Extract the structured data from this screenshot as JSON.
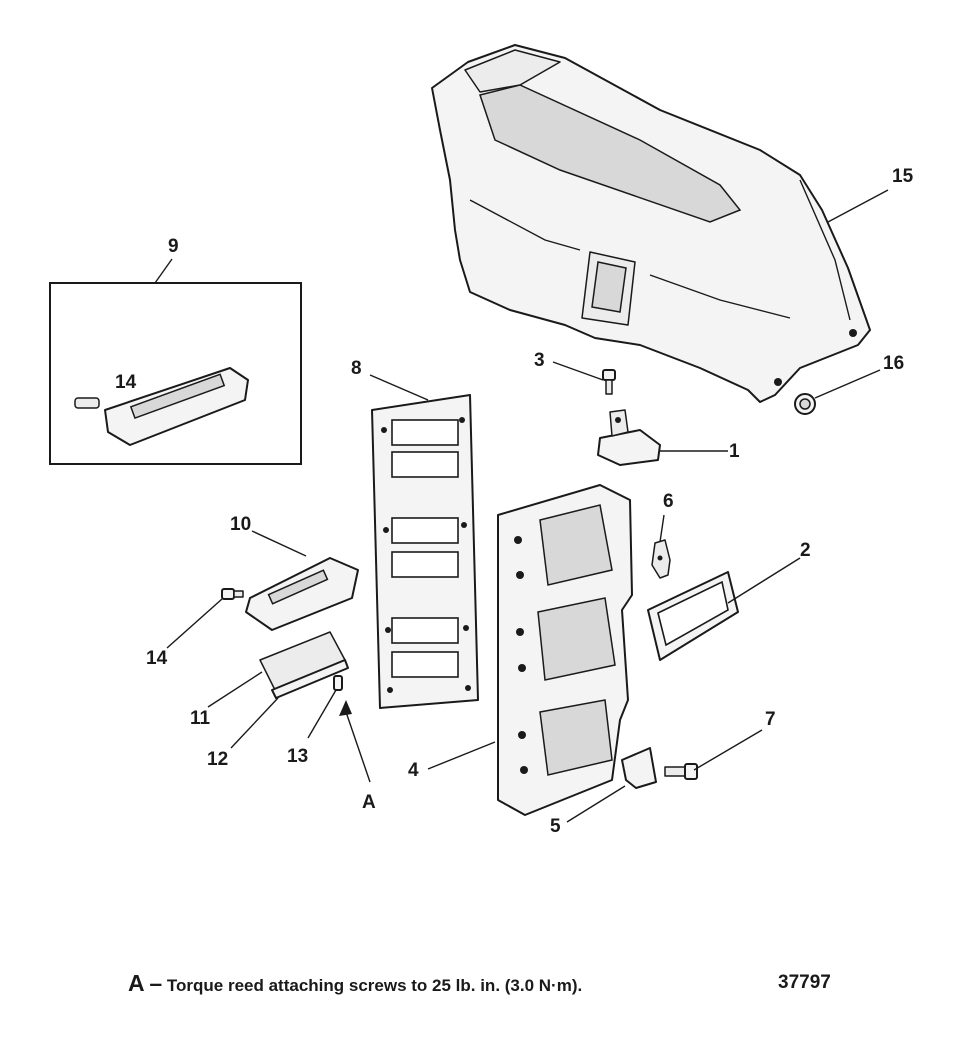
{
  "callouts": {
    "c1": "1",
    "c2": "2",
    "c3": "3",
    "c4": "4",
    "c5": "5",
    "c6": "6",
    "c7": "7",
    "c8": "8",
    "c9": "9",
    "c10": "10",
    "c11": "11",
    "c12": "12",
    "c13": "13",
    "c14a": "14",
    "c14b": "14",
    "c15": "15",
    "c16": "16",
    "cA": "A"
  },
  "footer": {
    "note_letter": "A",
    "note_dash": "–",
    "note_text": "Torque reed attaching screws to 25 lb. in. (3.0 N·m).",
    "figure_number": "37797"
  }
}
